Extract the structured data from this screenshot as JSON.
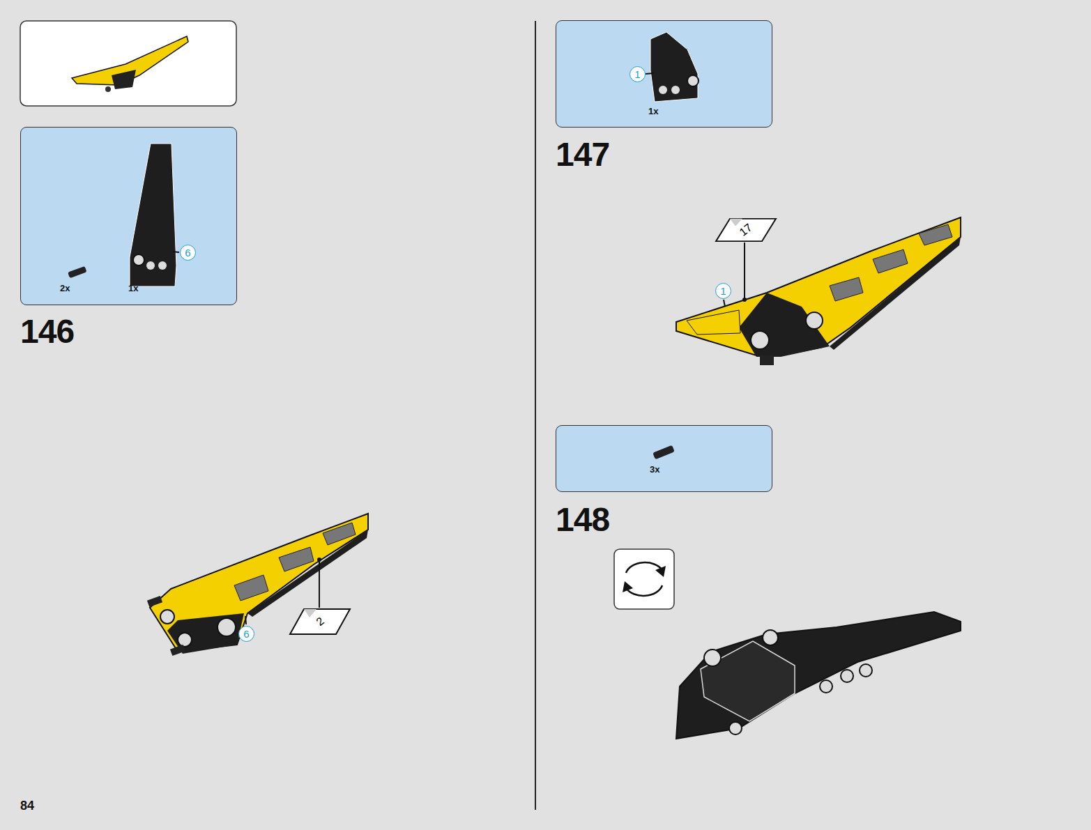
{
  "diagram": {
    "nodes": [
      {
        "text": [
          "2x",
          "1x"
        ]
      },
      {
        "text": [
          "6"
        ],
        "in": 0
      },
      {
        "text": [
          "6"
        ]
      },
      {
        "text": [
          "2"
        ]
      },
      {
        "text": [
          "1x"
        ]
      },
      {
        "text": [
          "1"
        ],
        "in": 4
      },
      {
        "text": [
          "1"
        ]
      },
      {
        "text": [
          "17"
        ]
      },
      {
        "text": [
          "3x"
        ]
      }
    ],
    "labels": [
      "146",
      "147",
      "148",
      "84"
    ]
  }
}
